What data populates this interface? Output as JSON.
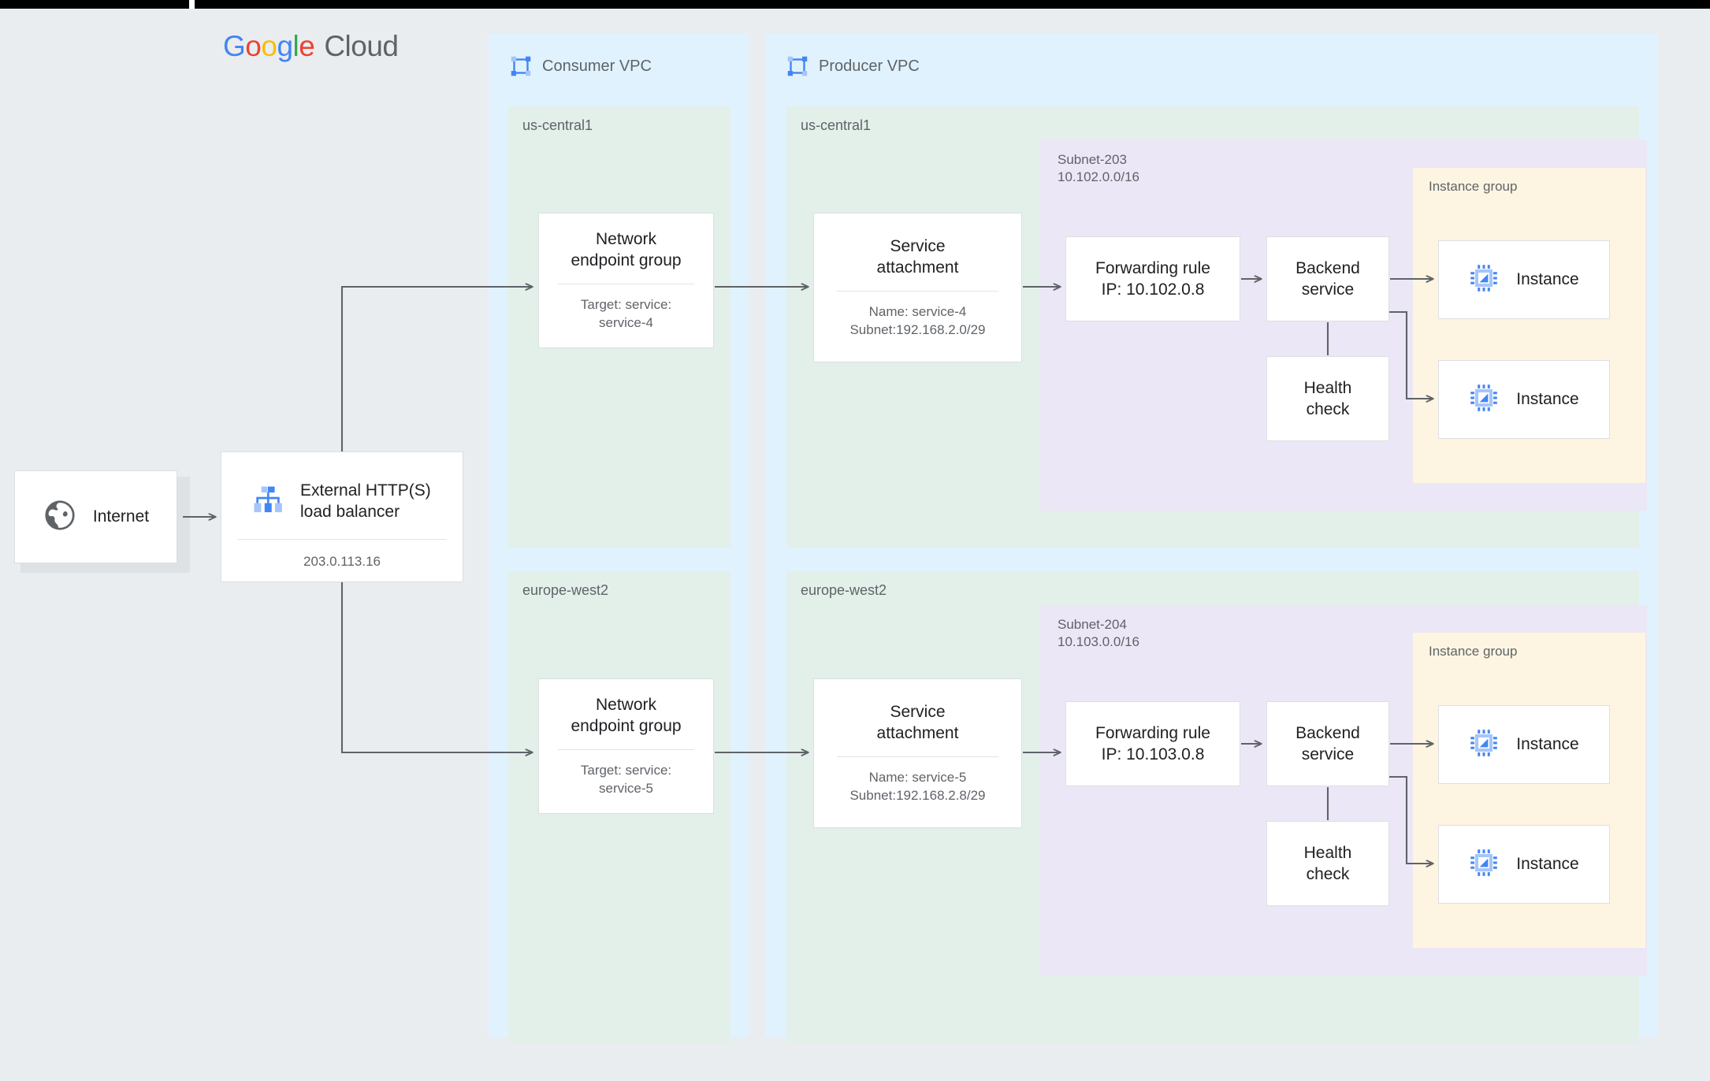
{
  "brand": {
    "logo_g1": "G",
    "logo_o1": "o",
    "logo_o2": "o",
    "logo_g2": "g",
    "logo_l": "l",
    "logo_e": "e",
    "logo_cloud": "Cloud",
    "colors": {
      "blue": "#4285F4",
      "red": "#EA4335",
      "yellow": "#FBBC05",
      "green": "#34A853",
      "gray": "#5F6368",
      "page_bg": "#eaedef",
      "vpc_bg": "#e0f2fd",
      "region_bg": "#e3efe9",
      "subnet_bg": "#ece7f6",
      "instance_group_bg": "#fdf5e2",
      "card_bg": "#ffffff",
      "card_border": "#dcdfe2",
      "wire": "#5f6368",
      "icon_blue": "#4285f4",
      "icon_blue_light": "#a6c5fa"
    }
  },
  "internet": {
    "label": "Internet",
    "icon": "globe-icon"
  },
  "load_balancer": {
    "title": "External HTTP(S)\nload balancer",
    "ip": "203.0.113.16",
    "icon": "hierarchy-icon"
  },
  "consumer_vpc": {
    "title": "Consumer VPC",
    "icon": "vpc-icon",
    "regions": [
      {
        "name": "us-central1",
        "neg": {
          "title": "Network\nendpoint group",
          "sub": "Target: service:\nservice-4"
        }
      },
      {
        "name": "europe-west2",
        "neg": {
          "title": "Network\nendpoint group",
          "sub": "Target: service:\nservice-5"
        }
      }
    ]
  },
  "producer_vpc": {
    "title": "Producer VPC",
    "icon": "vpc-icon",
    "regions": [
      {
        "name": "us-central1",
        "service_attachment": {
          "title": "Service\nattachment",
          "sub": "Name: service-4\nSubnet:192.168.2.0/29"
        },
        "subnet": {
          "name": "Subnet-203",
          "cidr": "10.102.0.0/16",
          "forwarding_rule": "Forwarding rule\nIP: 10.102.0.8",
          "backend_service": "Backend\nservice",
          "health_check": "Health\ncheck"
        },
        "instance_group": {
          "label": "Instance group",
          "instances": [
            {
              "label": "Instance",
              "icon": "cpu-chip-icon"
            },
            {
              "label": "Instance",
              "icon": "cpu-chip-icon"
            }
          ]
        }
      },
      {
        "name": "europe-west2",
        "service_attachment": {
          "title": "Service\nattachment",
          "sub": "Name: service-5\nSubnet:192.168.2.8/29"
        },
        "subnet": {
          "name": "Subnet-204",
          "cidr": "10.103.0.0/16",
          "forwarding_rule": "Forwarding rule\nIP: 10.103.0.8",
          "backend_service": "Backend\nservice",
          "health_check": "Health\ncheck"
        },
        "instance_group": {
          "label": "Instance group",
          "instances": [
            {
              "label": "Instance",
              "icon": "cpu-chip-icon"
            },
            {
              "label": "Instance",
              "icon": "cpu-chip-icon"
            }
          ]
        }
      }
    ]
  }
}
